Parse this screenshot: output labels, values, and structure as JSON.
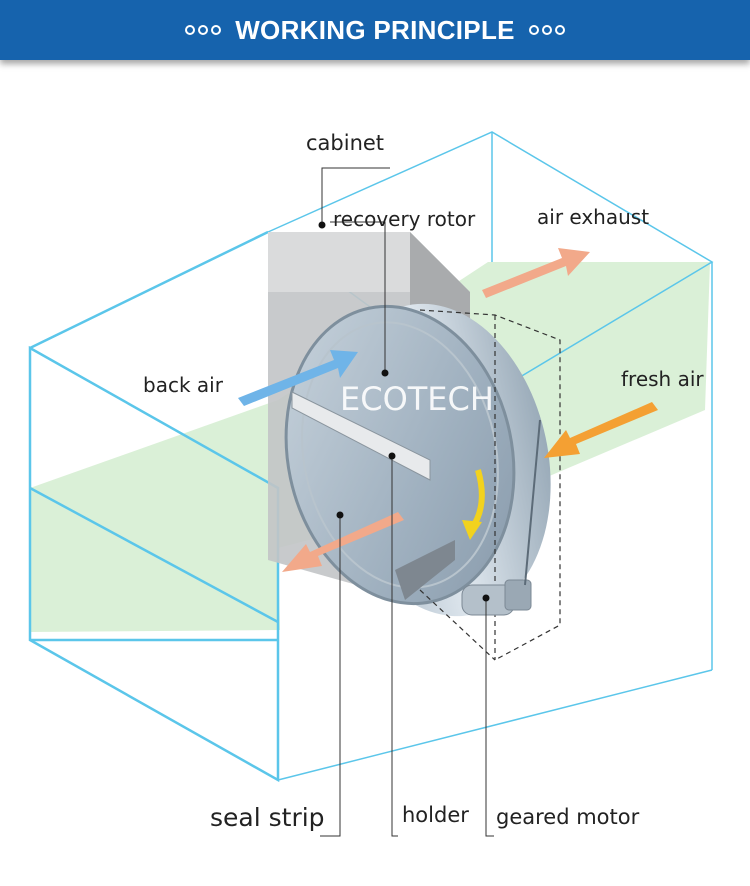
{
  "header": {
    "title": "WORKING PRINCIPLE",
    "accent_color": "#1663ad"
  },
  "watermark": "ECOTECH",
  "labels": {
    "cabinet": "cabinet",
    "recovery_rotor": "recovery rotor",
    "air_exhaust": "air exhaust",
    "back_air": "back air",
    "fresh_air": "fresh air",
    "seal_strip": "seal strip",
    "holder": "holder",
    "geared_motor": "geared motor"
  },
  "colors": {
    "outline": "#5bc6ea",
    "airflow_plane": "#cdebc9",
    "arrow_salmon": "#f2a98a",
    "arrow_orange": "#f4a033",
    "arrow_blue": "#6fb4e8",
    "rotation_arrow": "#f2d21e"
  }
}
